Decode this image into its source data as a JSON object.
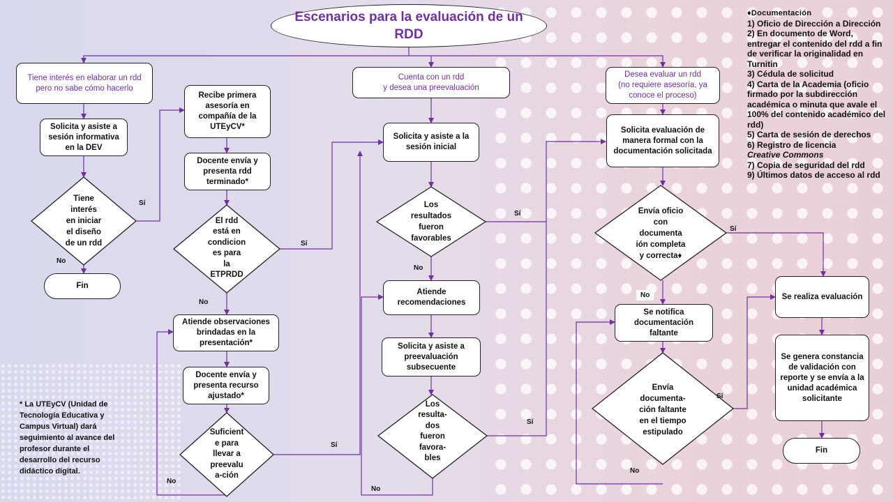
{
  "title": "Escenarios para la evaluación de un RDD",
  "columns": {
    "c1": {
      "start": "Tiene interés en elaborar un rdd pero no sabe cómo hacerlo",
      "step1": "Solicita y asiste a sesión informativa en la DEV",
      "decision": "Tiene\ninterés\nen iniciar\nel diseño\nde un rdd",
      "end": "Fin"
    },
    "c2": {
      "step1": "Recibe primera asesoría en compañía de la UTEyCV*",
      "step2": "Docente envía y presenta rdd terminado*",
      "decision1": "El rdd\nestá en\ncondicion\nes para\nla\nETPRDD",
      "step3": "Atiende observaciones brindadas en la presentación*",
      "step4": "Docente envía y presenta recurso ajustado*",
      "decision2": "Suficient\ne para\nllevar a\npreevalu\na-ción"
    },
    "c3": {
      "start": "Cuenta con un rdd\ny desea una preevaluación",
      "step1": "Solicita y asiste a la sesión inicial",
      "decision1": "Los\nresultados\nfueron\nfavorables",
      "step2": "Atiende recomendaciones",
      "step3": "Solicita y asiste a preevaluación subsecuente",
      "decision2": "Los\nresulta-\ndos\nfueron\nfavora-\nbles"
    },
    "c4": {
      "start": "Desea evaluar un rdd\n(no requiere asesoría, ya conoce el proceso)",
      "step1": "Solicita evaluación de manera formal con la documentación solicitada",
      "decision1": "Envía oficio\ncon\ndocumenta\nión completa\ny correcta♦",
      "step2": "Se notifica documentación faltante",
      "decision2": "Envía\ndocumenta-\nción faltante\nen el tiempo\nestipulado"
    },
    "c5": {
      "step1": "Se realiza evaluación",
      "step2": "Se genera constancia de validación con reporte y se envía a la unidad académica solicitante",
      "end": "Fin"
    }
  },
  "labels": {
    "yes": "Sí",
    "no": "No"
  },
  "documentation": {
    "header": "♦Documentación",
    "items": [
      "1) Oficio de Dirección a Dirección",
      "2) En documento de Word, entregar el contenido del rdd a fin de verificar la originalidad en Turnitin",
      "3) Cédula de solicitud",
      "4) Carta de la Academia (oficio firmado por la subdirección académica o minuta que avale el 100% del contenido académico del rdd)",
      "5) Carta de sesión de derechos"
    ],
    "item6_prefix": "6) Registro de licencia",
    "item6_italic": "Creative Commons",
    "items_after": [
      "7) Copia de seguridad del rdd",
      "9) Últimos datos de acceso al rdd"
    ]
  },
  "footnote": "* La UTEyCV (Unidad de Tecnología Educativa y Campus Virtual) dará seguimiento al avance del profesor durante el desarrollo del recurso didáctico digital.",
  "colors": {
    "arrow": "#7030a0",
    "accent_text": "#7030a0"
  }
}
